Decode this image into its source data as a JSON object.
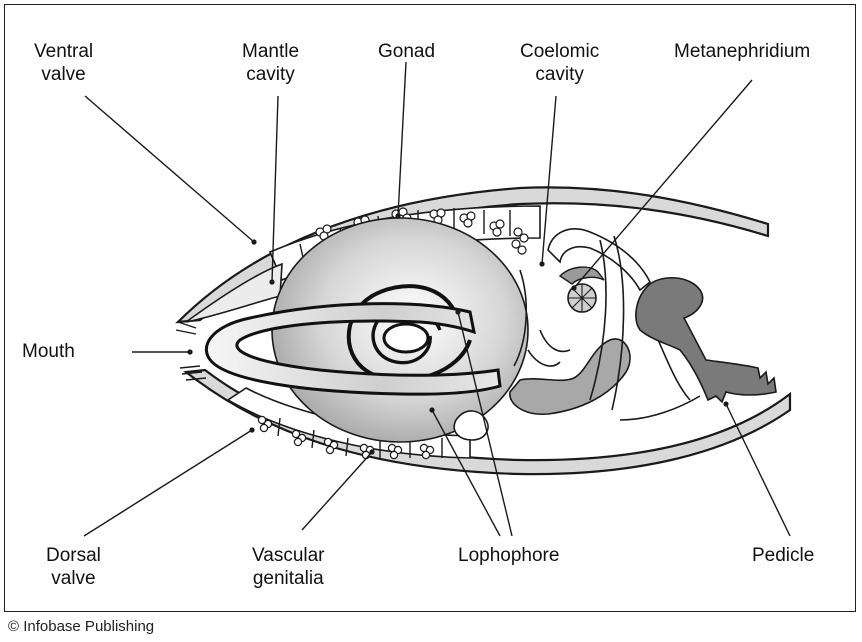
{
  "labels": {
    "ventral_valve": [
      "Ventral",
      "valve"
    ],
    "mantle_cavity": [
      "Mantle",
      "cavity"
    ],
    "gonad": [
      "Gonad"
    ],
    "coelomic_cavity": [
      "Coelomic",
      "cavity"
    ],
    "metanephridium": [
      "Metanephridium"
    ],
    "mouth": [
      "Mouth"
    ],
    "dorsal_valve": [
      "Dorsal",
      "valve"
    ],
    "vascular_genitalia": [
      "Vascular",
      "genitalia"
    ],
    "lophophore": [
      "Lophophore"
    ],
    "pedicle": [
      "Pedicle"
    ]
  },
  "credit": "© Infobase Publishing",
  "colors": {
    "shell": "#d9d9d9",
    "lophophore_light": "#eeeeee",
    "lophophore_dark": "#9a9a9a",
    "pedicle": "#7a7a7a",
    "outline": "#1a1a1a"
  }
}
